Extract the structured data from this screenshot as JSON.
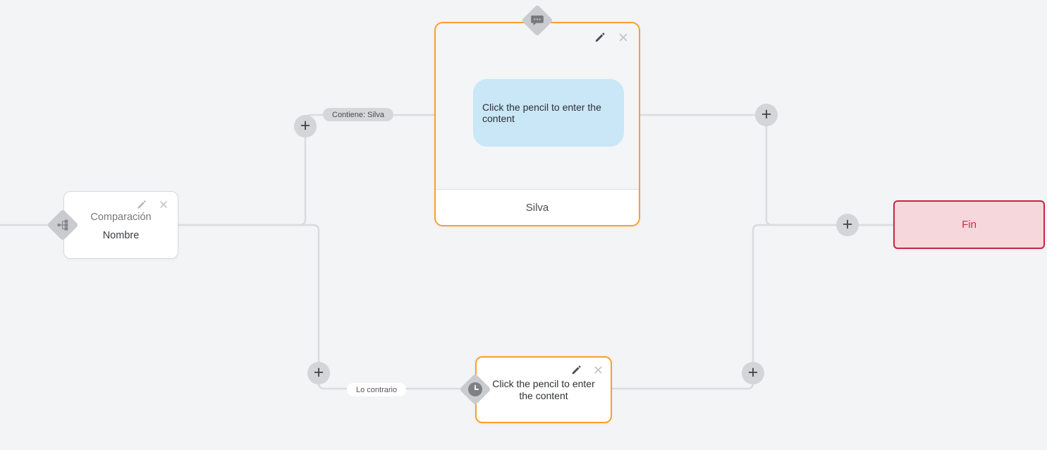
{
  "canvas": {
    "background": "#f3f4f6"
  },
  "colors": {
    "edge_line": "#d9dbde",
    "node_accent_orange": "#f8a12c",
    "bubble_blue": "#c9e7f7",
    "end_bg": "#f6d7db",
    "end_border": "#c42740",
    "end_text": "#bf3049",
    "diamond_gray": "#c9cbcf"
  },
  "nodes": {
    "comparison": {
      "title": "Comparación",
      "subtitle": "Nombre",
      "icon": "branch-icon"
    },
    "message": {
      "bubble_text": "Click the pencil to enter the content",
      "footer_label": "Silva",
      "icon": "chat-icon"
    },
    "wait": {
      "text": "Click the pencil to enter the content",
      "icon": "clock-icon"
    },
    "end": {
      "label": "Fin"
    }
  },
  "edge_labels": {
    "match": "Contiene: Silva",
    "otherwise": "Lo contrario"
  },
  "controls": {
    "add_label": "+"
  }
}
